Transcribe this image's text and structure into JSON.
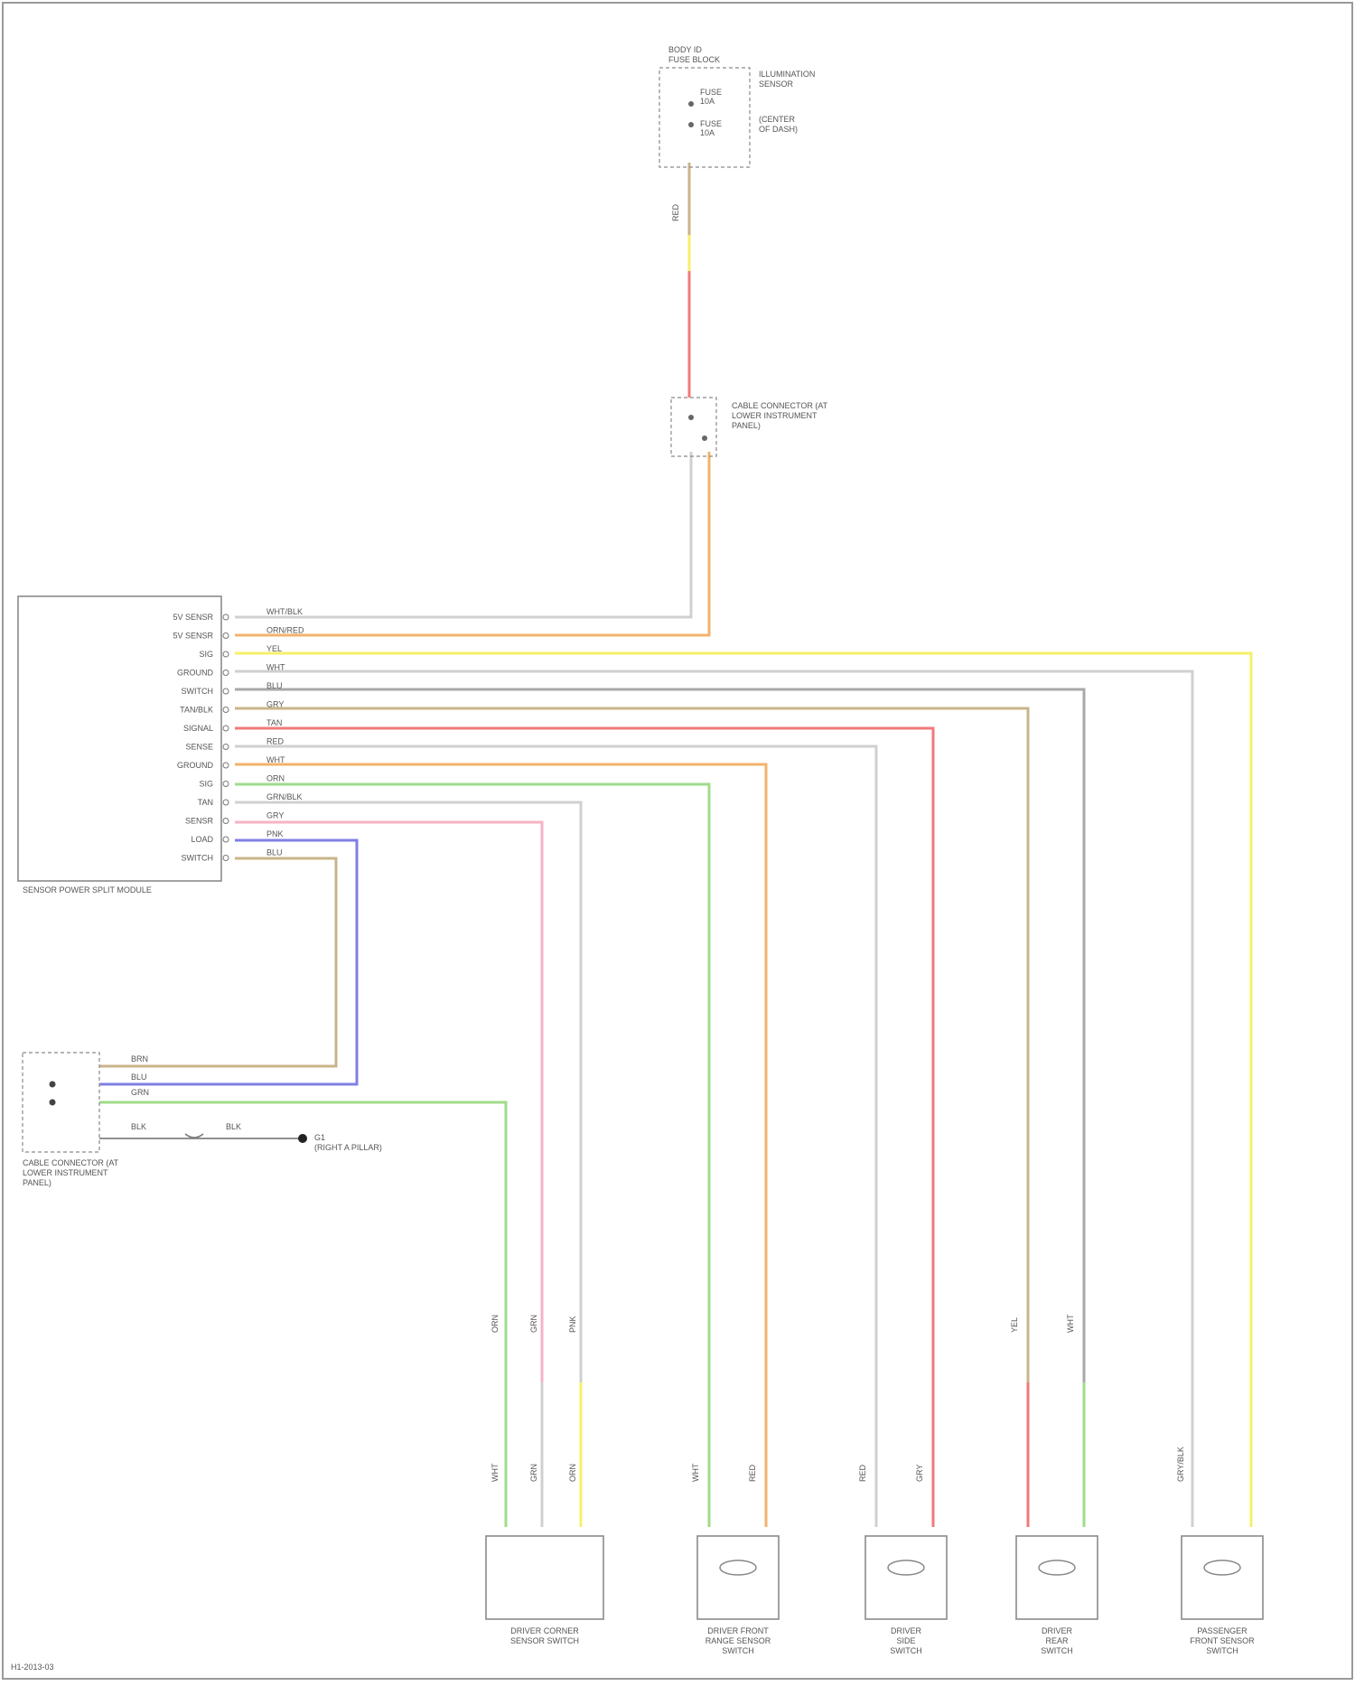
{
  "diagram": {
    "wire_colors": {
      "ORN": "#f2b36b",
      "TAN": "#c9b48a",
      "RED": "#f07a7a",
      "YEL": "#f6f06a",
      "WHT": "#d0d0d0",
      "GRY": "#a8a8a8",
      "GRN": "#9fdc8a",
      "PNK": "#f5b3c6",
      "BLU": "#7f7fe6",
      "BLK": "#909090"
    },
    "module": {
      "caption": "SENSOR POWER SPLIT MODULE",
      "pins": [
        {
          "name": "5V SENSR",
          "code": "WHT/BLK"
        },
        {
          "name": "5V SENSR",
          "code": "ORN/RED"
        },
        {
          "name": "SIG",
          "code": "YEL"
        },
        {
          "name": "GROUND",
          "code": "WHT"
        },
        {
          "name": "SWITCH",
          "code": "BLU"
        },
        {
          "name": "TAN/BLK",
          "code": "GRY"
        },
        {
          "name": "SIGNAL",
          "code": "TAN"
        },
        {
          "name": "SENSE",
          "code": "RED"
        },
        {
          "name": "GROUND",
          "code": "WHT"
        },
        {
          "name": "SIG",
          "code": "ORN"
        },
        {
          "name": "TAN",
          "code": "GRN/BLK"
        },
        {
          "name": "SENSR",
          "code": "GRY"
        },
        {
          "name": "LOAD",
          "code": "PNK"
        },
        {
          "name": "SWITCH",
          "code": "BLU"
        }
      ]
    },
    "fuse_block": {
      "title": "BODY ID\nFUSE BLOCK",
      "lines": [
        "FUSE\n10A",
        "FUSE\n10A"
      ],
      "label": "ILLUMINATION\nSENSOR",
      "label2": "(CENTER\nOF DASH)"
    },
    "connector_upper": {
      "label": "CABLE CONNECTOR (AT\nLOWER INSTRUMENT\nPANEL)"
    },
    "connector_lower": {
      "label": "CABLE CONNECTOR (AT\nLOWER INSTRUMENT\nPANEL)",
      "ground_label": "G1\n(RIGHT A PILLAR)",
      "wires": [
        "BRN",
        "BLU",
        "GRN",
        "BLK",
        "BLK"
      ]
    },
    "wire_tags": [
      "RED",
      "ORN",
      "GRN",
      "PNK",
      "WHT",
      "GRN",
      "ORN",
      "WHT",
      "RED",
      "RED",
      "GRY",
      "YEL",
      "WHT",
      "GRY/BLK"
    ],
    "sensors": [
      {
        "label": "DRIVER CORNER\nSENSOR SWITCH"
      },
      {
        "label": "DRIVER FRONT\nRANGE SENSOR\nSWITCH"
      },
      {
        "label": "DRIVER\nSIDE\nSWITCH"
      },
      {
        "label": "DRIVER\nREAR\nSWITCH"
      },
      {
        "label": "PASSENGER\nFRONT SENSOR\nSWITCH"
      }
    ],
    "footer": "H1-2013-03"
  }
}
